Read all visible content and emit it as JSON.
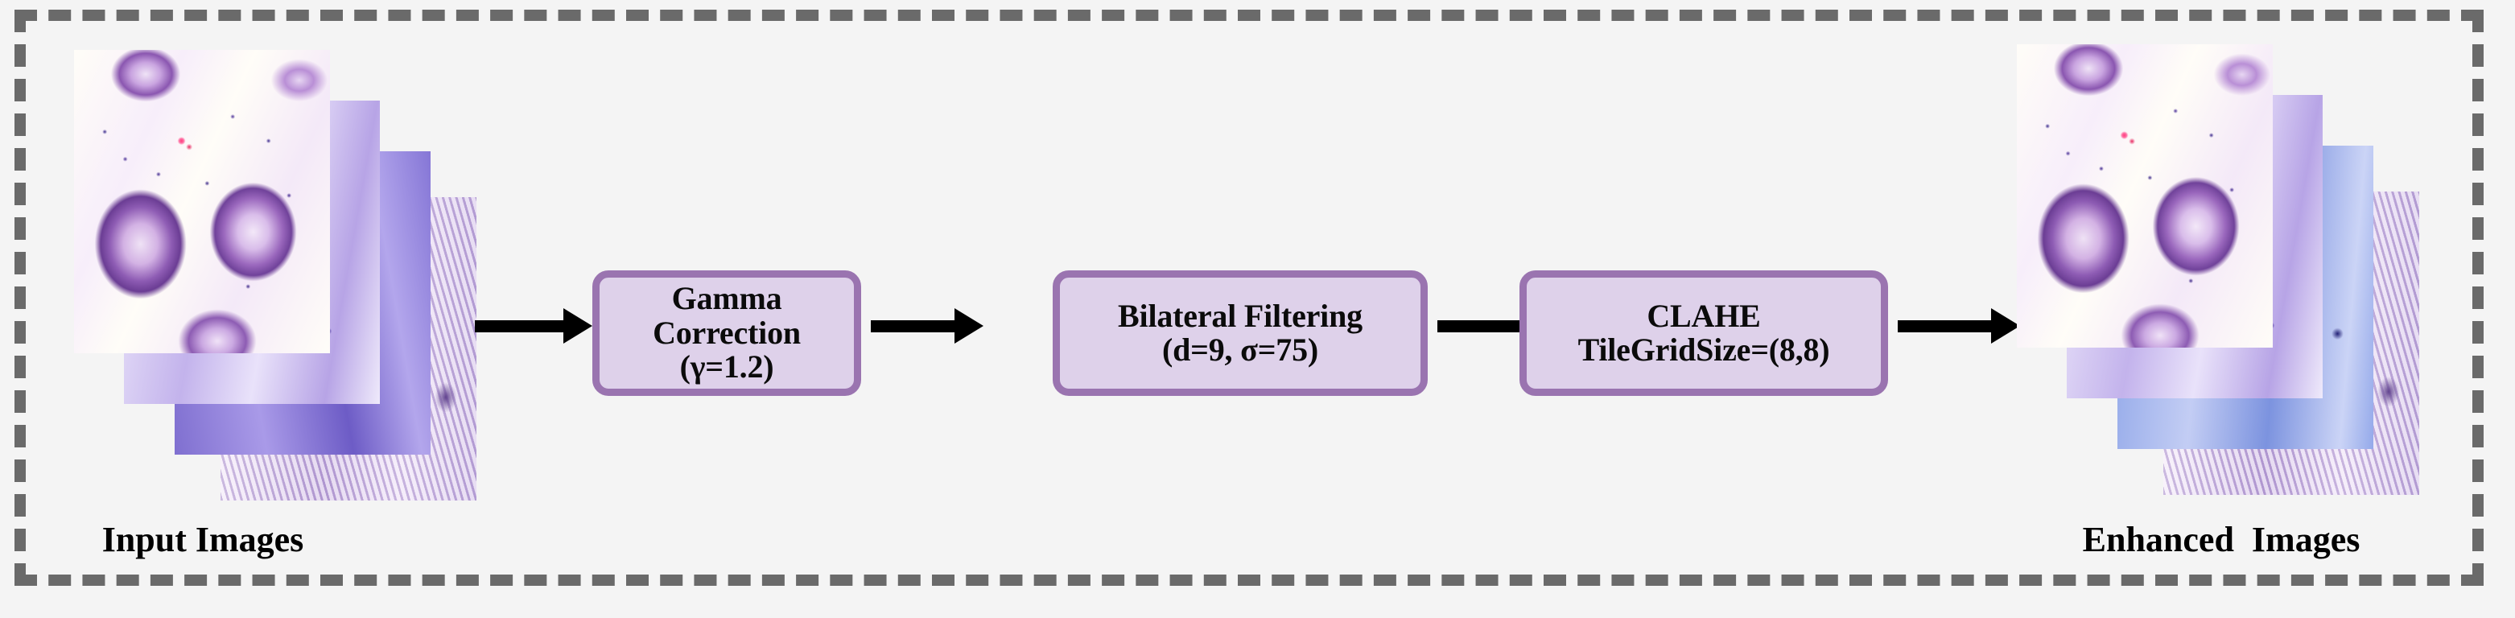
{
  "figure": {
    "background_color": "#f4f4f4",
    "frame": {
      "style": "dashed",
      "color": "#6a6a6a"
    },
    "box_fill_color": "#ded1ea",
    "box_border_color": "#9a74b0",
    "arrow_color": "#000000"
  },
  "input": {
    "caption": "Input Images",
    "slide_count": 4
  },
  "output": {
    "caption": "Enhanced  Images",
    "slide_count": 4
  },
  "pipeline": {
    "steps": [
      {
        "id": "gamma-correction",
        "title": "Gamma Correction",
        "params": "(γ=1.2)",
        "label": "Gamma Correction\n(γ=1.2)"
      },
      {
        "id": "bilateral-filtering",
        "title": "Bilateral Filtering",
        "params": "(d=9, σ=75)",
        "label": "Bilateral Filtering\n(d=9, σ=75)"
      },
      {
        "id": "clahe",
        "title": "CLAHE",
        "params": "TileGridSize=(8,8)",
        "label": "CLAHE\nTileGridSize=(8,8)"
      }
    ]
  }
}
